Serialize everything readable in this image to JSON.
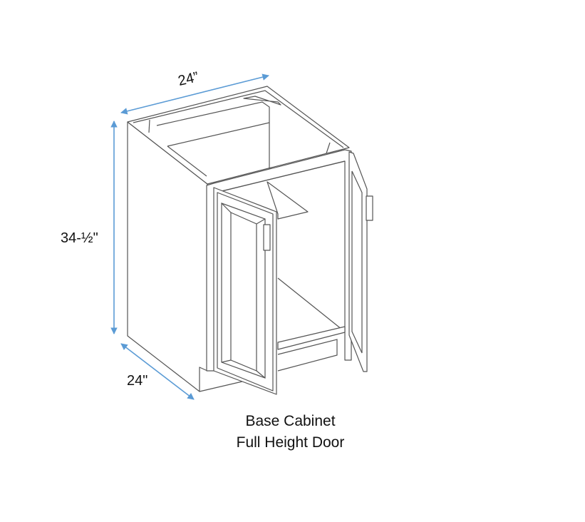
{
  "dimensions": {
    "width": "24”",
    "height": "34-½\"",
    "depth": "24\""
  },
  "caption": {
    "line1": "Base Cabinet",
    "line2": "Full Height Door"
  },
  "colors": {
    "dimension_arrow": "#5b9bd5",
    "outline": "#555555"
  }
}
